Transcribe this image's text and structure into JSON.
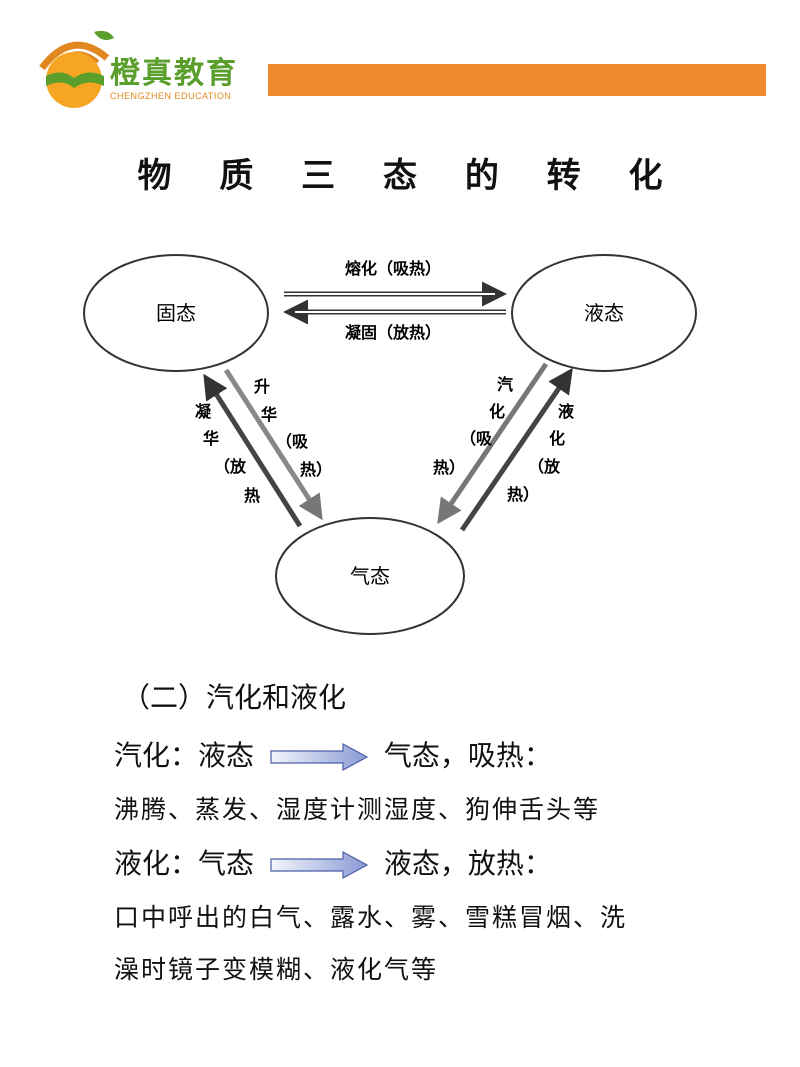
{
  "header": {
    "brand_cn": "橙真教育",
    "brand_en": "CHENGZHEN EDUCATION",
    "accent_color": "#ef8b2c",
    "logo_icon": "orange-book-logo-icon"
  },
  "title": "物 质 三 态 的 转 化",
  "diagram": {
    "states": {
      "solid": "固态",
      "liquid": "液态",
      "gas": "气态"
    },
    "processes": {
      "melting": "熔化（吸热）",
      "solidifying": "凝固（放热）",
      "sublimation_chars": [
        "升",
        "华",
        "（吸",
        "热）"
      ],
      "desublimation_chars": [
        "凝",
        "华",
        "（放",
        "热"
      ],
      "vaporization_chars": [
        "汽",
        "化",
        "（吸",
        "热）"
      ],
      "liquefaction_chars": [
        "液",
        "化",
        "（放",
        "热）"
      ]
    }
  },
  "section": {
    "heading": "（二）汽化和液化",
    "vaporization": {
      "term": "汽化：液态",
      "result": "气态，吸热：",
      "examples": "沸腾、蒸发、湿度计测湿度、狗伸舌头等"
    },
    "liquefaction": {
      "term": "液化：气态",
      "result": "液态，放热：",
      "examples_line1": "口中呼出的白气、露水、雾、雪糕冒烟、洗",
      "examples_line2": "澡时镜子变模糊、液化气等"
    }
  }
}
